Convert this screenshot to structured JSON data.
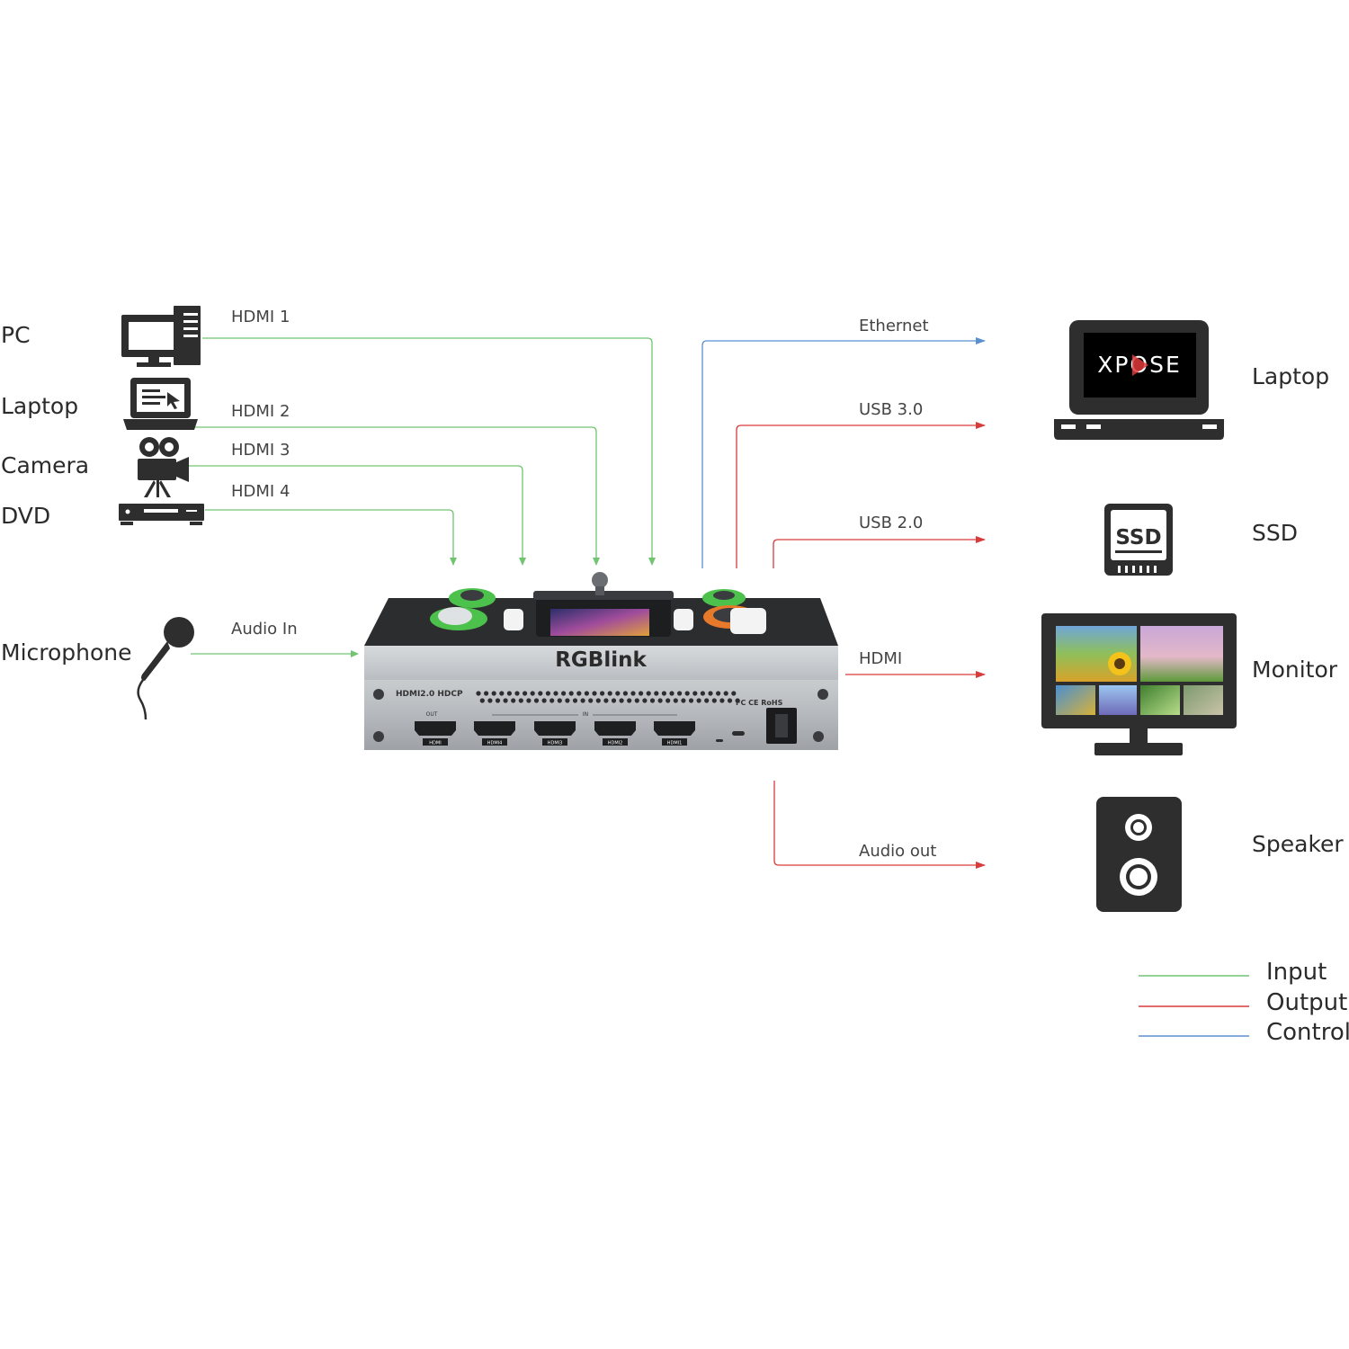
{
  "inputs": {
    "pc": "PC",
    "laptop": "Laptop",
    "camera": "Camera",
    "dvd": "DVD",
    "microphone": "Microphone",
    "hdmi1": "HDMI 1",
    "hdmi2": "HDMI 2",
    "hdmi3": "HDMI 3",
    "hdmi4": "HDMI 4",
    "audio_in": "Audio In"
  },
  "outputs": {
    "ethernet": "Ethernet",
    "usb30": "USB 3.0",
    "usb20": "USB 2.0",
    "hdmi": "HDMI",
    "audio_out": "Audio out",
    "laptop": "Laptop",
    "ssd": "SSD",
    "monitor": "Monitor",
    "speaker": "Speaker"
  },
  "device": {
    "brand": "RGBlink",
    "top_label": "HDMI2.0 HDCP",
    "cert_label": "FC CE RoHS",
    "out_label": "OUT",
    "in_label": "IN",
    "port_labels": [
      "HDMI",
      "HDMI4",
      "HDMI3",
      "HDMI2",
      "HDMI1"
    ]
  },
  "laptop_screen_logo": "XPOSE",
  "ssd_icon_text": "SSD",
  "legend": {
    "input": "Input",
    "output": "Output",
    "control": "Control"
  },
  "colors": {
    "input": "#72c472",
    "output": "#d93b3b",
    "control": "#5b8fd0",
    "icon": "#2e2e2e"
  }
}
